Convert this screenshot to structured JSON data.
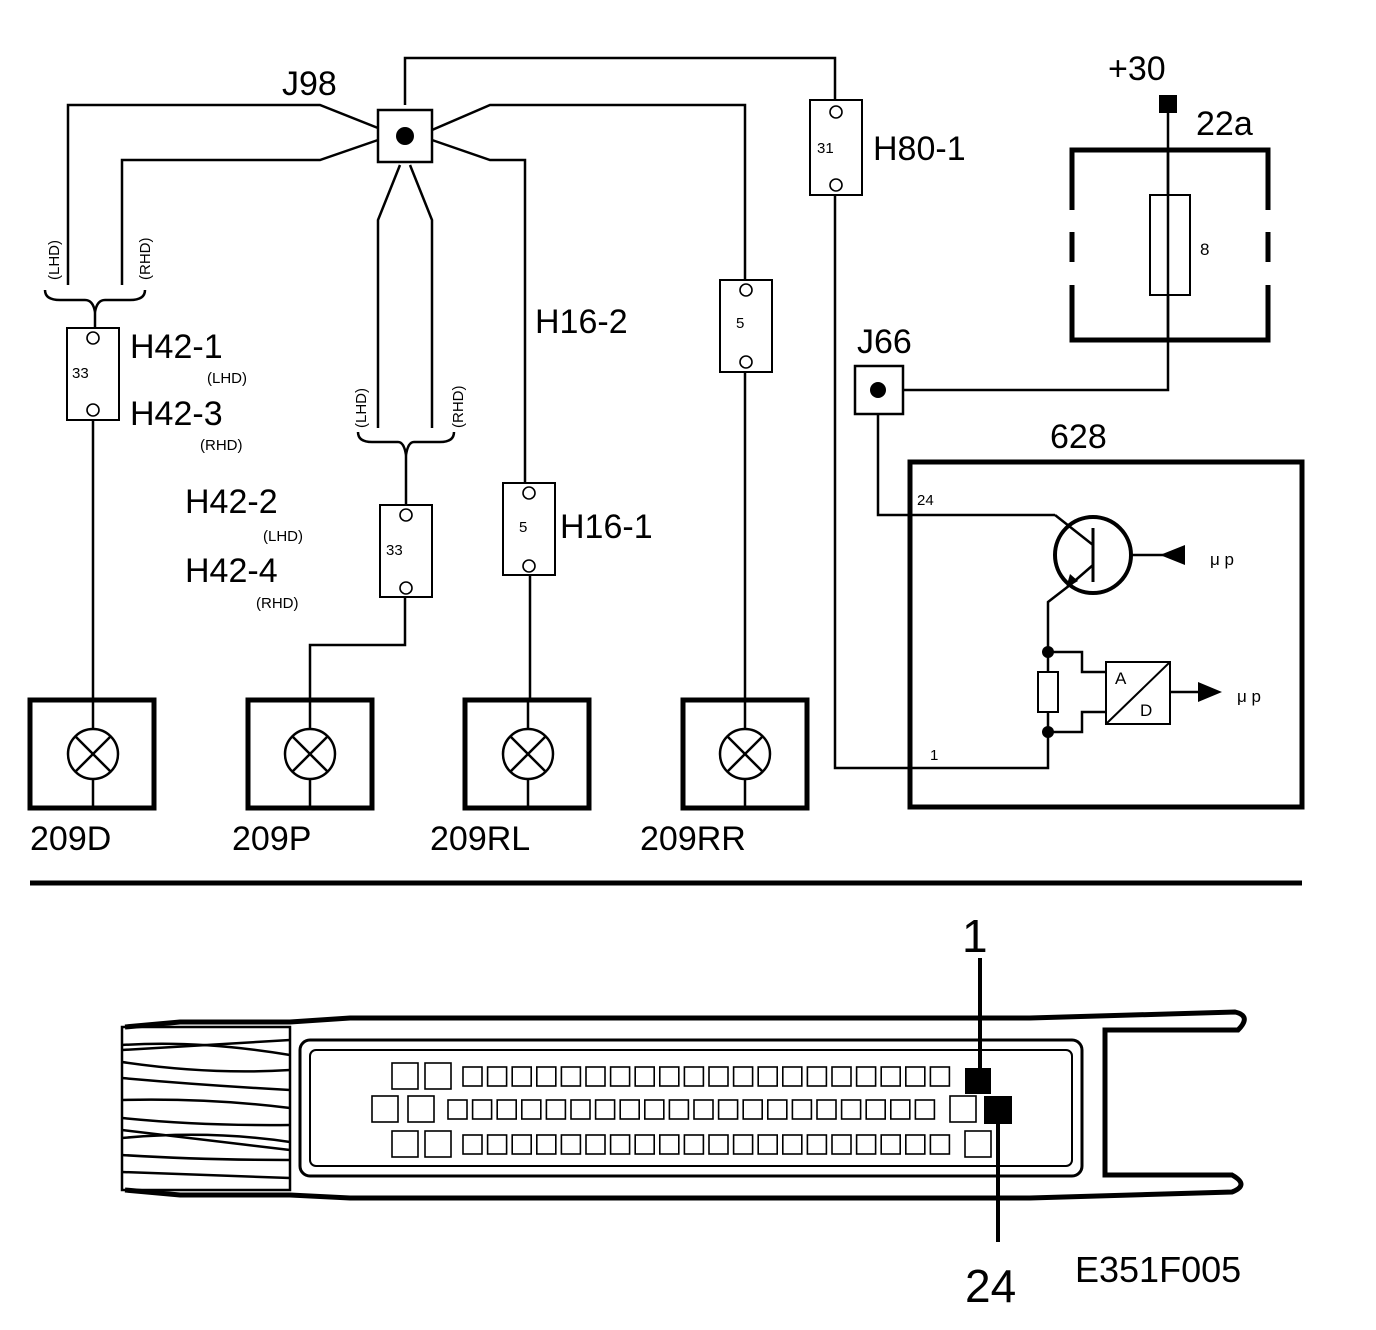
{
  "labels": {
    "j98": "J98",
    "h80_1": "H80-1",
    "plus30": "+30",
    "fuse_22a": "22a",
    "fuse_rating": "8",
    "j66": "J66",
    "ecu": "628",
    "h42_1": "H42-1",
    "h42_3": "H42-3",
    "h42_2": "H42-2",
    "h42_4": "H42-4",
    "h16_2": "H16-2",
    "h16_1": "H16-1",
    "lhd": "(LHD)",
    "rhd": "(RHD)",
    "pin_24": "24",
    "pin_1": "1",
    "mu_p": "μ p",
    "ad_a": "A",
    "ad_d": "D",
    "connector_pin_1": "1",
    "connector_pin_24": "24",
    "figure_code": "E351F005"
  },
  "connectors": {
    "h80_1_num": "31",
    "h42_1_num": "33",
    "h42_2_num": "33",
    "h16_1_num": "5",
    "rr_num": "5"
  },
  "lamps": {
    "d": "209D",
    "p": "209P",
    "rl": "209RL",
    "rr": "209RR"
  }
}
